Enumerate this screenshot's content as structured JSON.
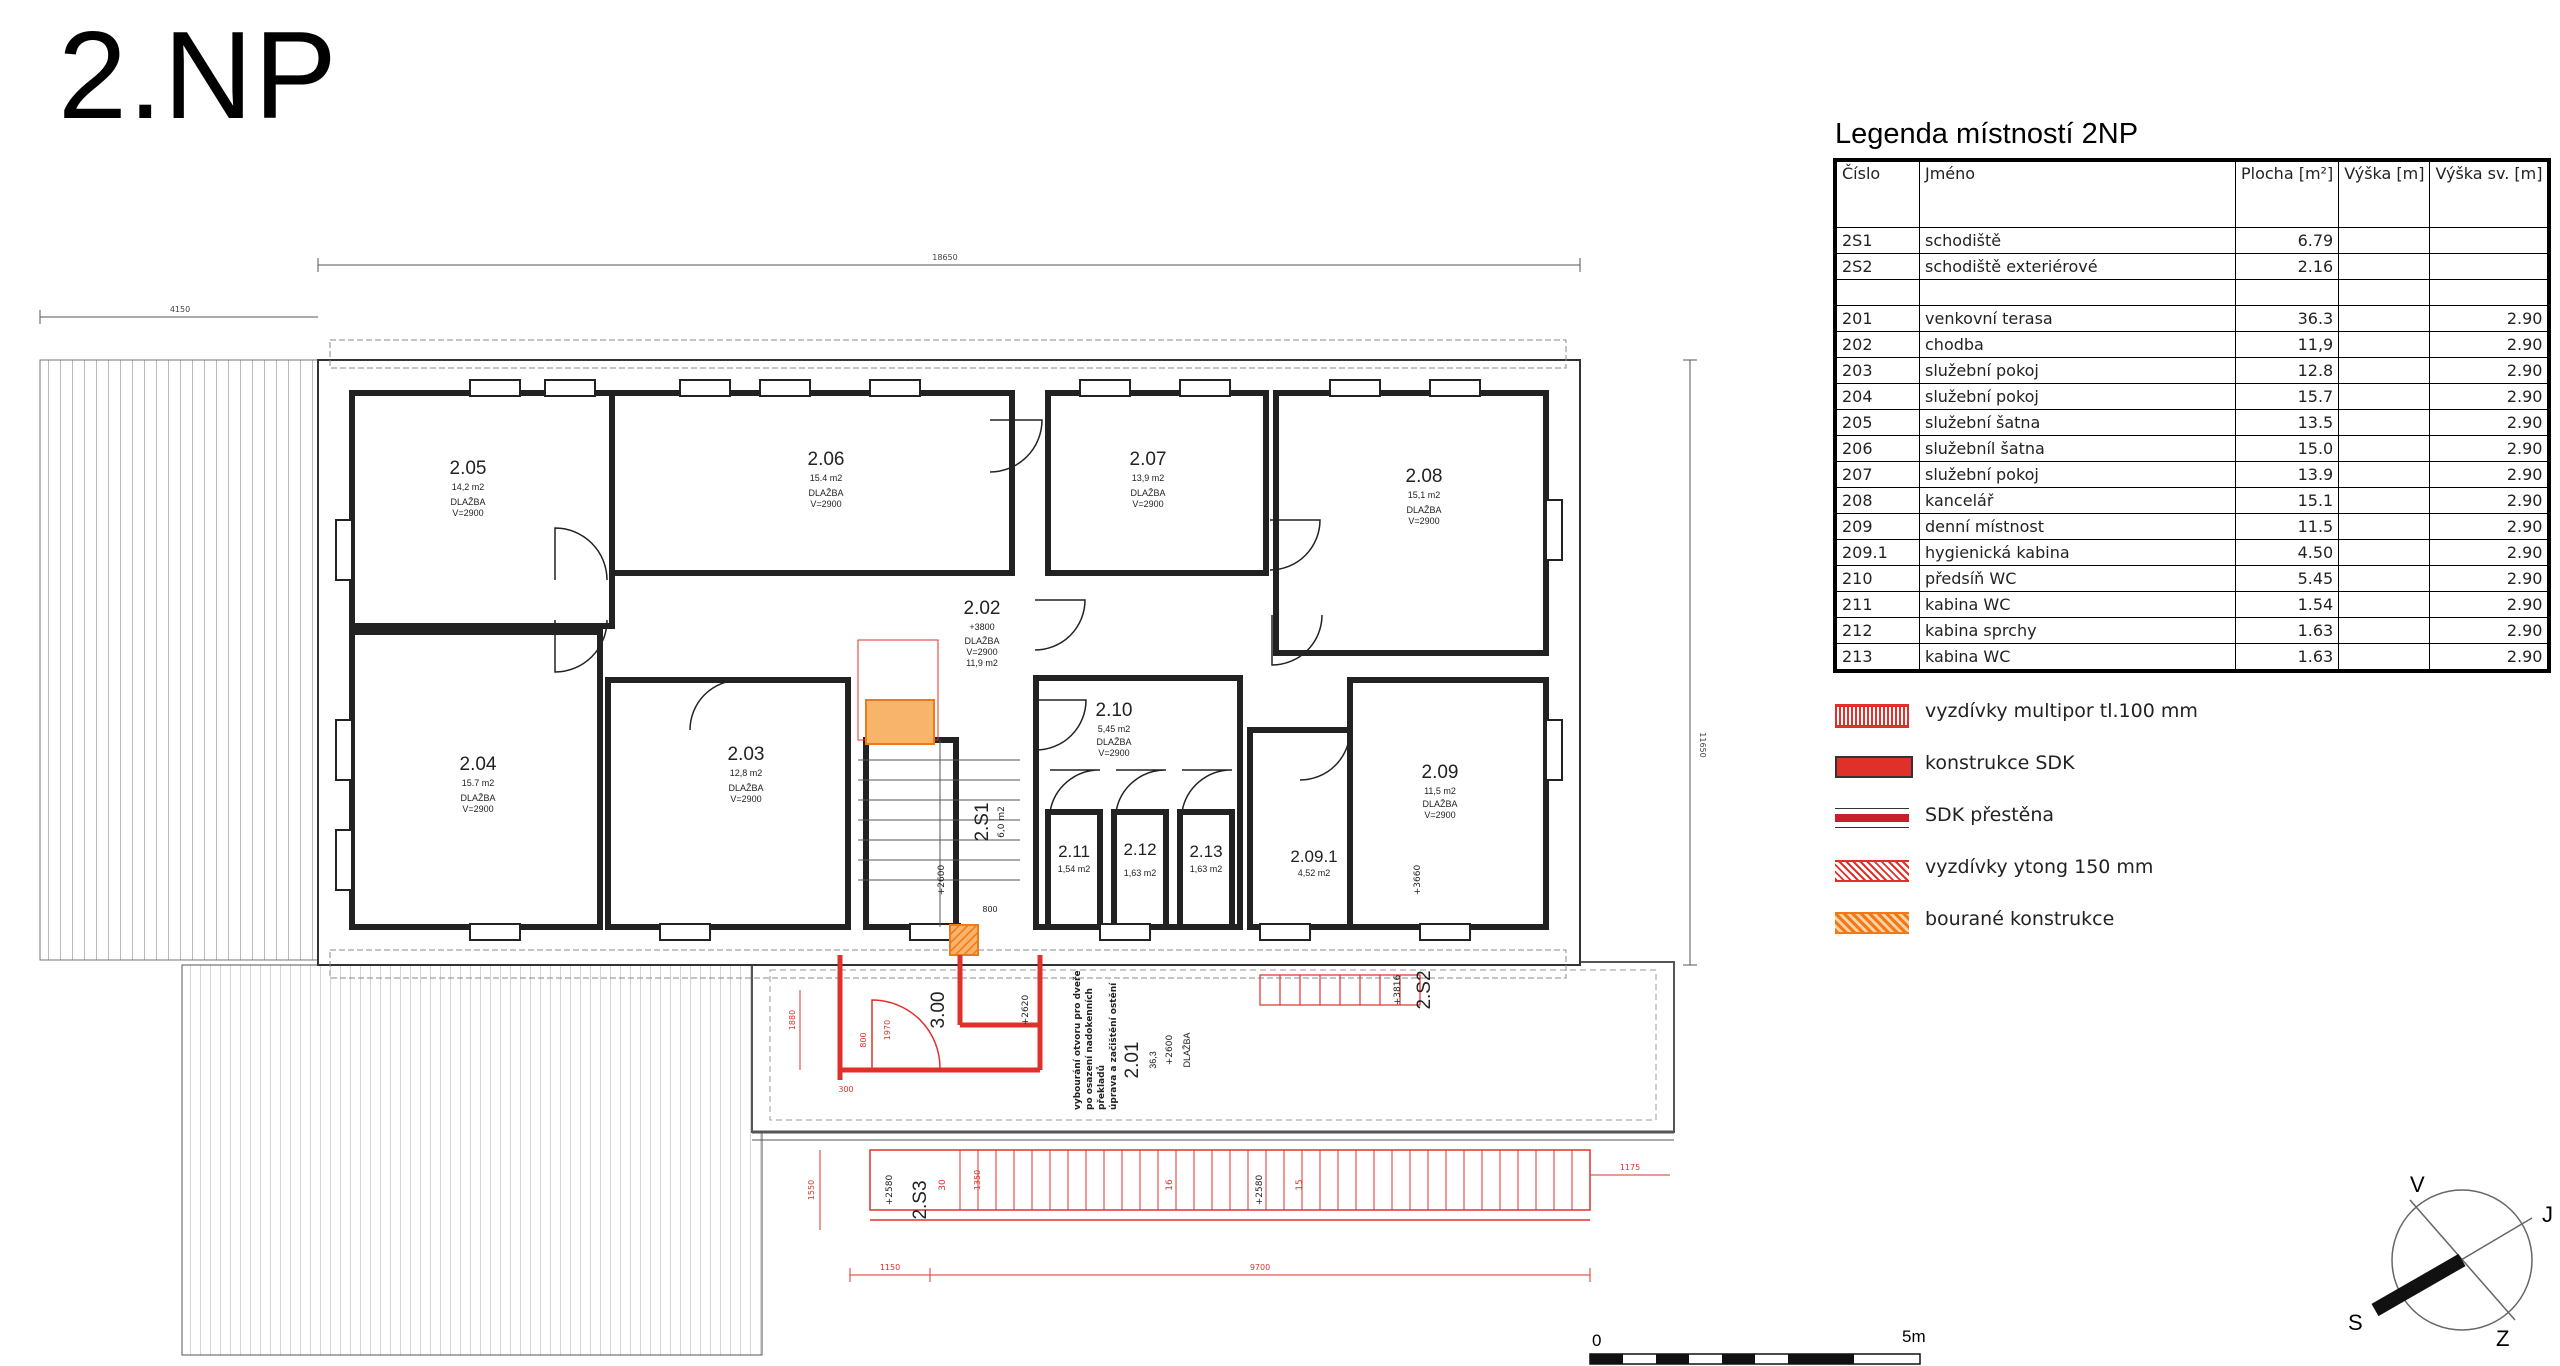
{
  "page_title": "2.NP",
  "legend": {
    "title": "Legenda místností 2NP",
    "headers": {
      "cislo": "Číslo",
      "jmeno": "Jméno",
      "plocha": "Plocha [m²]",
      "vyska": "Výška [m]",
      "vyska_sv": "Výška sv. [m]"
    },
    "rows": [
      {
        "cislo": "2S1",
        "jmeno": "schodiště",
        "plocha": "6.79",
        "vyska": "",
        "vyska_sv": ""
      },
      {
        "cislo": "2S2",
        "jmeno": "schodiště exteriérové",
        "plocha": "2.16",
        "vyska": "",
        "vyska_sv": ""
      },
      {
        "cislo": "",
        "jmeno": "",
        "plocha": "",
        "vyska": "",
        "vyska_sv": ""
      },
      {
        "cislo": "201",
        "jmeno": "venkovní terasa",
        "plocha": "36.3",
        "vyska": "",
        "vyska_sv": "2.90"
      },
      {
        "cislo": "202",
        "jmeno": "chodba",
        "plocha": "11,9",
        "vyska": "",
        "vyska_sv": "2.90"
      },
      {
        "cislo": "203",
        "jmeno": "služební pokoj",
        "plocha": "12.8",
        "vyska": "",
        "vyska_sv": "2.90"
      },
      {
        "cislo": "204",
        "jmeno": "služební pokoj",
        "plocha": "15.7",
        "vyska": "",
        "vyska_sv": "2.90"
      },
      {
        "cislo": "205",
        "jmeno": "služební šatna",
        "plocha": "13.5",
        "vyska": "",
        "vyska_sv": "2.90"
      },
      {
        "cislo": "206",
        "jmeno": "služebníl šatna",
        "plocha": "15.0",
        "vyska": "",
        "vyska_sv": "2.90"
      },
      {
        "cislo": "207",
        "jmeno": "služební pokoj",
        "plocha": "13.9",
        "vyska": "",
        "vyska_sv": "2.90"
      },
      {
        "cislo": "208",
        "jmeno": "kancelář",
        "plocha": "15.1",
        "vyska": "",
        "vyska_sv": "2.90"
      },
      {
        "cislo": "209",
        "jmeno": "denní místnost",
        "plocha": "11.5",
        "vyska": "",
        "vyska_sv": "2.90"
      },
      {
        "cislo": "209.1",
        "jmeno": "hygienická kabina",
        "plocha": "4.50",
        "vyska": "",
        "vyska_sv": "2.90"
      },
      {
        "cislo": "210",
        "jmeno": "předsíň WC",
        "plocha": "5.45",
        "vyska": "",
        "vyska_sv": "2.90"
      },
      {
        "cislo": "211",
        "jmeno": "kabina WC",
        "plocha": "1.54",
        "vyska": "",
        "vyska_sv": "2.90"
      },
      {
        "cislo": "212",
        "jmeno": "kabina sprchy",
        "plocha": "1.63",
        "vyska": "",
        "vyska_sv": "2.90"
      },
      {
        "cislo": "213",
        "jmeno": "kabina WC",
        "plocha": "1.63",
        "vyska": "",
        "vyska_sv": "2.90"
      }
    ]
  },
  "material_legend": [
    {
      "label": "vyzdívky multipor tl.100 mm",
      "color": "#e0302a",
      "pattern": "double"
    },
    {
      "label": "konstrukce SDK",
      "color": "#e0302a",
      "pattern": "solid"
    },
    {
      "label": "SDK přestěna",
      "color": "#c8202a",
      "pattern": "thin"
    },
    {
      "label": "vyzdívky ytong 150 mm",
      "color": "#e0302a",
      "pattern": "hatch"
    },
    {
      "label": "bourané konstrukce",
      "color": "#f07a1a",
      "pattern": "hatch"
    }
  ],
  "rooms": [
    {
      "id": "2.05",
      "area": "14,2 m2",
      "floor": "DLAŽBA",
      "height": "V=2900"
    },
    {
      "id": "2.06",
      "area": "15.4 m2",
      "floor": "DLAŽBA",
      "height": "V=2900"
    },
    {
      "id": "2.07",
      "area": "13,9 m2",
      "floor": "DLAŽBA",
      "height": "V=2900"
    },
    {
      "id": "2.08",
      "area": "15,1 m2",
      "floor": "DLAŽBA",
      "height": "V=2900"
    },
    {
      "id": "2.04",
      "area": "15.7 m2",
      "floor": "DLAŽBA",
      "height": "V=2900"
    },
    {
      "id": "2.03",
      "area": "12,8 m2",
      "floor": "DLAŽBA",
      "height": "V=2900"
    },
    {
      "id": "2.10",
      "area": "5,45 m2",
      "floor": "DLAŽBA",
      "height": "V=2900"
    },
    {
      "id": "2.09",
      "area": "11,5 m2",
      "floor": "DLAŽBA",
      "height": "V=2900"
    },
    {
      "id": "2.11",
      "area": "1,54 m2",
      "floor": "",
      "height": ""
    },
    {
      "id": "2.12",
      "area": "1,63 m2",
      "floor": "",
      "height": ""
    },
    {
      "id": "2.13",
      "area": "1,63 m2",
      "floor": "",
      "height": ""
    },
    {
      "id": "2.09.1",
      "area": "4,52 m2",
      "floor": "",
      "height": ""
    }
  ],
  "corridor": {
    "id": "2.02",
    "level": "+3800",
    "floor": "DLAŽBA",
    "height": "V=2900",
    "area": "11,9 m2"
  },
  "stair_2s1": {
    "id": "2.S1",
    "area": "6,0 m2"
  },
  "stair_2s2": {
    "id": "2.S2",
    "level": "+3816"
  },
  "stair_2s3": {
    "id": "2.S3",
    "level": "+2580",
    "level2": "+2580"
  },
  "terrace": {
    "id": "2.01",
    "area": "36,3",
    "level": "+2600",
    "floor": "DLAŽBA",
    "level_small": "+2620"
  },
  "room_3_00": "3.00",
  "note_lines": [
    "vybourání otvoru pro dveře",
    "po osazení nadokenních",
    "překladů",
    "úprava a začištění ostění"
  ],
  "level_2600": "+2600",
  "level_3660": "+3660",
  "dims": {
    "top_total": "18650",
    "top_left": "4150",
    "right": "11650",
    "bottom_1150": "1150",
    "bottom_9700": "9700",
    "right_1175": "1175",
    "left_1550": "1550",
    "door_800": "800",
    "door_1970": "1970",
    "left_1880": "1880",
    "small_800": "800",
    "small_300": "300",
    "stair_30": "30",
    "stair_16": "16",
    "stair_15": "15",
    "stair_1350": "1350"
  },
  "compass": {
    "north": "S",
    "south": "J",
    "east": "V",
    "west": "Z"
  },
  "scale": {
    "start": "0",
    "end": "5m"
  }
}
